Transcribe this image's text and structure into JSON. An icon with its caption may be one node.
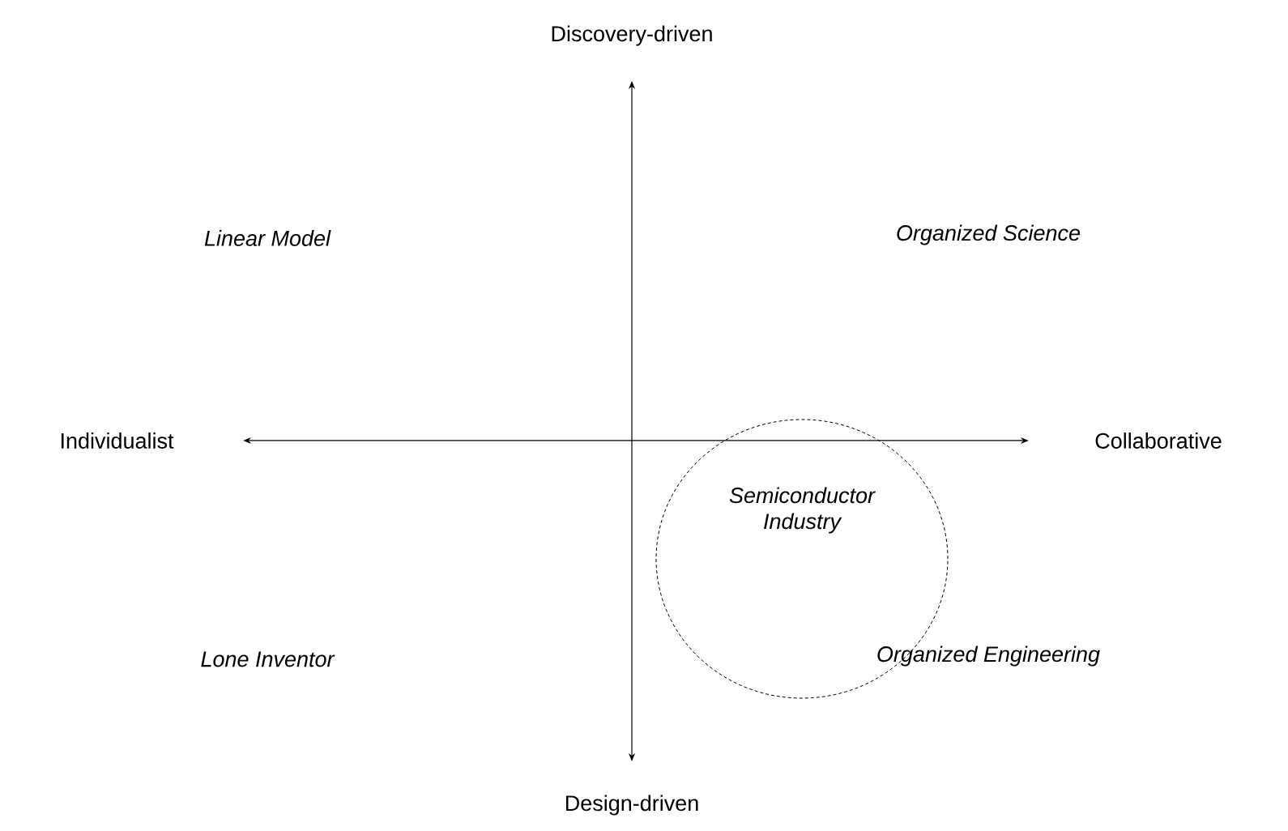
{
  "diagram": {
    "nodes": [
      {
        "text": [
          "Semiconductor Industry"
        ]
      }
    ],
    "labels": [
      "Discovery-driven",
      "Linear Model",
      "Organized Science",
      "Individualist",
      "Collaborative",
      "Lone Inventor",
      "Organized Engineering",
      "Design-driven"
    ]
  }
}
